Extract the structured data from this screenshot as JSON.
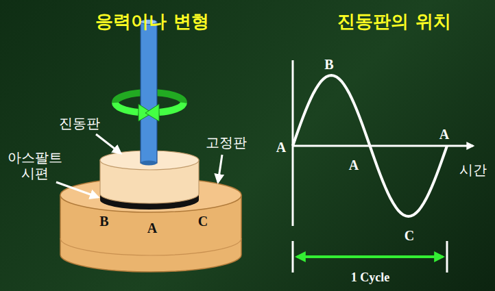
{
  "diagram": {
    "labels": [
      "응력이나 변형",
      "진동판의 위치",
      "진동판",
      "아스팔트 시편",
      "고정판",
      "B",
      "A",
      "C",
      "A",
      "B",
      "A",
      "A",
      "C",
      "시간",
      "1 Cycle"
    ]
  }
}
